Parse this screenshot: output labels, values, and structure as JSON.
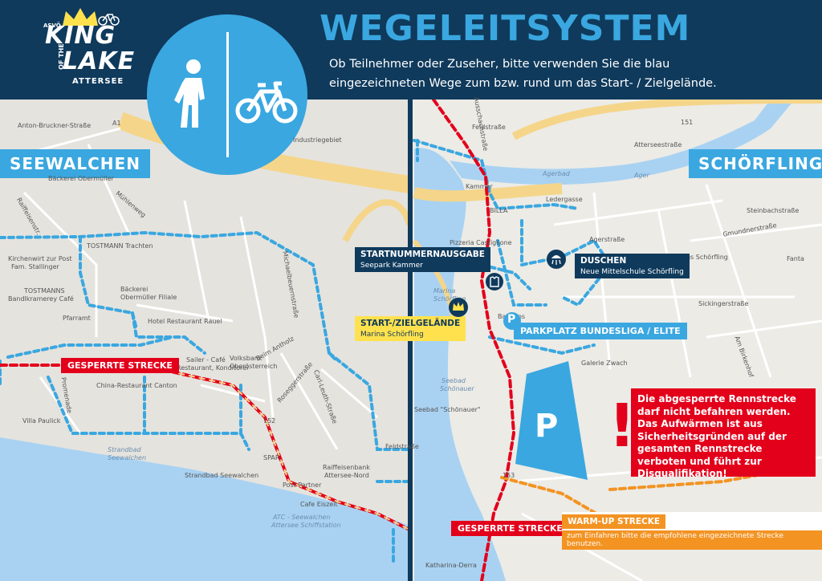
{
  "header": {
    "title": "WEGELEITSYSTEM",
    "subtitle_line1": "Ob Teilnehmer oder Zuseher, bitte verwenden Sie die blau",
    "subtitle_line2": "eingezeichneten Wege zum bzw. rund um das Start- / Zielgelände."
  },
  "logo": {
    "small": "ASVÖ",
    "king": "KING",
    "of_the": "OF THE",
    "lake": "LAKE",
    "attersee": "ATTERSEE"
  },
  "towns": {
    "left": "SEEWALCHEN",
    "right": "SCHÖRFLING"
  },
  "labels": {
    "gesperrt_left": "GESPERRTE STRECKE",
    "gesperrt_right": "GESPERRTE STRECKE",
    "startnummer_title": "STARTNUMMERNAUSGABE",
    "startnummer_sub": "Seepark Kammer",
    "start_title": "START-/ZIELGELÄNDE",
    "start_sub": "Marina Schörfling",
    "duschen_title": "DUSCHEN",
    "duschen_sub": "Neue Mittelschule Schörfling",
    "parkplatz": "PARKPLATZ BUNDESLIGA / ELITE",
    "parking_letter": "P",
    "parking_letter_small": "P",
    "warmup_title": "WARM-UP STRECKE",
    "warmup_sub": "zum Einfahren bitte die empfohlene eingezeichnete Strecke benutzen."
  },
  "warning": {
    "text": "Die abgesperrte Rennstrecke darf nicht befahren werden. Das Aufwärmen ist aus Sicherheitsgründen auf der gesamten Rennstrecke verboten und führt zur Disqualifikation!",
    "mark": "!"
  },
  "map_labels": {
    "anton": "Anton-Bruckner-Straße",
    "industrie": "Industriegebiet",
    "baecker_gm": "Bäckerei Obermüller",
    "muehlen": "Mühlenweg",
    "raiffeisen": "Raiffeisenstr.",
    "tostmann_tr": "TOSTMANN Trachten",
    "kirchenwirt": "Kirchenwirt zur Post",
    "stallinger": "Fam. Stallinger",
    "tostmanns": "TOSTMANNS",
    "bandlkramerey": "Bandlkramerey Café",
    "baeckerei2": "Bäckerei",
    "obermueller2": "Obermüller Filiale",
    "pfarramt": "Pfarramt",
    "hotel_rauel": "Hotel Restaurant Rauel",
    "sailer": "Sailer - Café",
    "konditorei": "Restaurant, Konditorei",
    "china": "China-Restaurant Canton",
    "volksbank": "Volksbank",
    "oberoesterreich": "Oberösterreich",
    "villa": "Villa Paulick",
    "strandbad": "Strandbad",
    "seewalchen_l": "Seewalchen",
    "strandbad2": "Strandbad Seewalchen",
    "spar": "SPAR",
    "post": "Post Partner",
    "raiffeisenbank": "Raiffeisenbank",
    "attersee_nord": "Attersee-Nord",
    "cafe_eiszeit": "Cafe Eiszeit",
    "atc": "ATC - Seewalchen",
    "schiffstation": "Attersee Schiffstation",
    "beim_antholz": "Beim Antholz",
    "michael": "Michaelbeuernstraße",
    "rosegger": "Roseggerstraße",
    "carl": "Carl-Leuth-Straße",
    "promenade": "Promenade",
    "feldstrasse": "Feldstraße",
    "feldstrasse2": "Feldstraße",
    "ausschach": "Ausschachstraße",
    "agerbad": "Agerbad",
    "ager": "Ager",
    "kammer": "Kammer",
    "billa": "BILLA",
    "ledergasse": "Ledergasse",
    "pizzeria": "Pizzeria Castiglione",
    "agerstrasse": "Agerstraße",
    "heimathaus": "Heimathaus Schörfling",
    "gmunden": "Gmundnerstraße",
    "marina": "Marina",
    "schoerfling2": "Schörfling",
    "bastinos": "Bastinos",
    "sickinger": "Sickingerstraße",
    "galerie": "Galerie Zwach",
    "seebad": "Seebad",
    "schoenauer": "Schönauer",
    "seebad2": "Seebad \"Schönauer\"",
    "katharina": "Katharina-Derra",
    "am_birkenhof": "Am Birkenhof",
    "steinbach": "Steinbachstraße",
    "attersee_str": "Atterseestraße",
    "fantabr": "Fanta",
    "a1": "A1",
    "b151": "151",
    "b152": "152",
    "b153": "153"
  },
  "colors": {
    "navy": "#0f3a5c",
    "blue": "#3aa7e0",
    "red": "#e3001b",
    "yellow": "#ffe14d",
    "orange": "#f39322",
    "water": "#a9d2f2",
    "road_major": "#f5d58a"
  },
  "icons": {
    "pedestrian": "pedestrian-icon",
    "bicycle": "bicycle-icon",
    "crown": "crown-icon",
    "shower": "shower-icon",
    "shirt": "startnumber-shirt-icon",
    "parking": "parking-icon",
    "warning": "exclamation-icon"
  }
}
